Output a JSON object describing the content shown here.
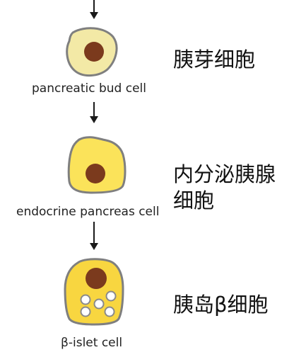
{
  "stages": [
    {
      "label": "pancreatic bud cell",
      "label_zh": "胰芽细胞"
    },
    {
      "label": "endocrine pancreas cell",
      "label_zh_lines": [
        "内分泌胰腺",
        "细胞"
      ]
    },
    {
      "label": "β-islet cell",
      "label_zh": "胰岛β细胞"
    }
  ],
  "colors": {
    "bud_fill": "#f3e9a6",
    "endocrine_fill": "#fbe35a",
    "islet_fill": "#f8d640",
    "cell_outline": "#7f7f7f",
    "nucleus": "#7b3a1d",
    "granule_fill": "#ffffff",
    "granule_outline": "#8a8a8a",
    "arrow": "#1a1a1a"
  }
}
